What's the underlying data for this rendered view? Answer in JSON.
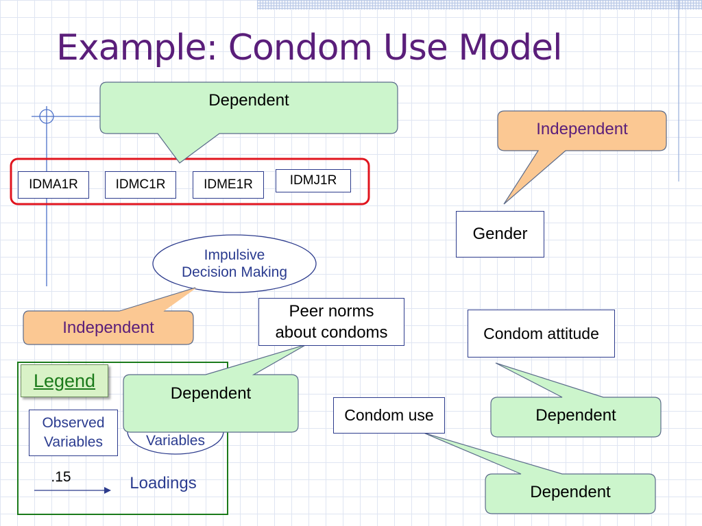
{
  "slide": {
    "title": "Example: Condom Use Model"
  },
  "observed_variables": {
    "idma1r": "IDMA1R",
    "idmc1r": "IDMC1R",
    "idme1r": "IDME1R",
    "idmj1r": "IDMJ1R",
    "gender": "Gender",
    "peer_norms_line1": "Peer norms",
    "peer_norms_line2": "about condoms",
    "condom_attitude": "Condom attitude",
    "condom_use": "Condom use"
  },
  "latent_variables": {
    "impulsive_line1": "Impulsive",
    "impulsive_line2": "Decision Making"
  },
  "callouts": {
    "dependent_top": "Dependent",
    "independent_right": "Independent",
    "independent_left": "Independent",
    "dependent_legend": "Dependent",
    "dependent_attitude": "Dependent",
    "dependent_use": "Dependent"
  },
  "legend": {
    "title": "Legend",
    "observed_line1": "Observed",
    "observed_line2": "Variables",
    "latent_partial": "Variables",
    "loading_value": ".15",
    "loadings_label": "Loadings"
  },
  "colors": {
    "title": "#5a1e7a",
    "dependent_fill": "#ccf5cc",
    "independent_fill": "#fbc893",
    "highlight_border": "#e0141e",
    "legend_border": "#1a7a1a",
    "text_blue": "#2a3b8f"
  }
}
